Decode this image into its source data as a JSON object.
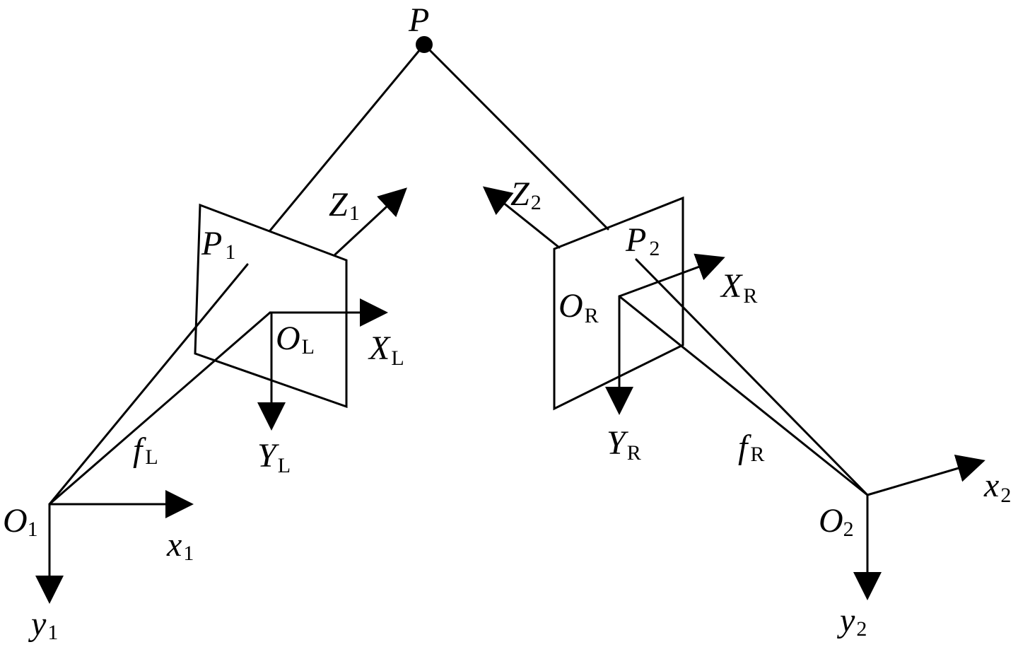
{
  "diagram": {
    "point": {
      "main": "P",
      "sub": ""
    },
    "left_camera": {
      "image_point": {
        "main": "P",
        "sub": "1"
      },
      "optical_axis": {
        "main": "Z",
        "sub": "1"
      },
      "image_origin": {
        "main": "O",
        "sub": "L"
      },
      "image_x_axis": {
        "main": "X",
        "sub": "L"
      },
      "image_y_axis": {
        "main": "Y",
        "sub": "L"
      },
      "focal_length": {
        "main": "f",
        "sub": "L"
      },
      "camera_origin": {
        "main": "O",
        "sub": "1"
      },
      "camera_x_axis": {
        "main": "x",
        "sub": "1"
      },
      "camera_y_axis": {
        "main": "y",
        "sub": "1"
      }
    },
    "right_camera": {
      "image_point": {
        "main": "P",
        "sub": "2"
      },
      "optical_axis": {
        "main": "Z",
        "sub": "2"
      },
      "image_origin": {
        "main": "O",
        "sub": "R"
      },
      "image_x_axis": {
        "main": "X",
        "sub": "R"
      },
      "image_y_axis": {
        "main": "Y",
        "sub": "R"
      },
      "focal_length": {
        "main": "f",
        "sub": "R"
      },
      "camera_origin": {
        "main": "O",
        "sub": "2"
      },
      "camera_x_axis": {
        "main": "x",
        "sub": "2"
      },
      "camera_y_axis": {
        "main": "y",
        "sub": "2"
      }
    },
    "colors": {
      "stroke": "#000000",
      "background": "#ffffff"
    }
  }
}
